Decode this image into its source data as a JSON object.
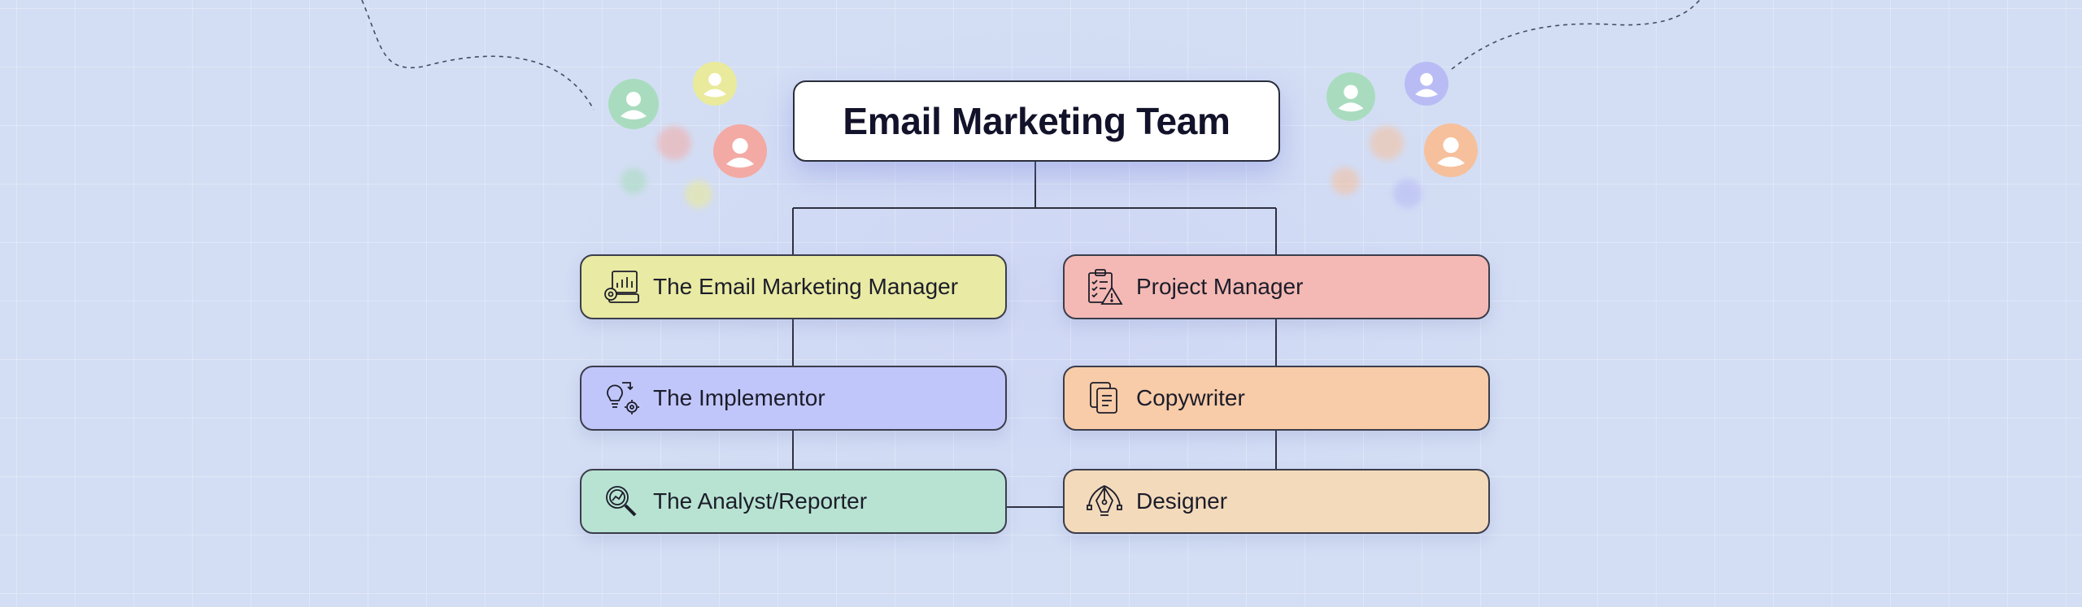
{
  "title": "Email Marketing Team",
  "left_column": [
    {
      "label": "The Email Marketing Manager",
      "icon": "analytics-board-icon",
      "color": "#e9eaa3"
    },
    {
      "label": "The Implementor",
      "icon": "idea-gear-icon",
      "color": "#c1c6fa"
    },
    {
      "label": "The Analyst/Reporter",
      "icon": "magnifier-chart-icon",
      "color": "#b8e3d2"
    }
  ],
  "right_column": [
    {
      "label": "Project Manager",
      "icon": "clipboard-warning-icon",
      "color": "#f4b9b4"
    },
    {
      "label": "Copywriter",
      "icon": "document-copy-icon",
      "color": "#f8cca8"
    },
    {
      "label": "Designer",
      "icon": "pen-tool-icon",
      "color": "#f3dabb"
    }
  ],
  "colors": {
    "background": "#d3def4",
    "line": "#2f3140",
    "avatar_green": "#a9dcbf",
    "avatar_yellow": "#e9ea9b",
    "avatar_red": "#f4aaa4",
    "avatar_purple": "#b9bcf4",
    "avatar_orange": "#f6c09c"
  }
}
